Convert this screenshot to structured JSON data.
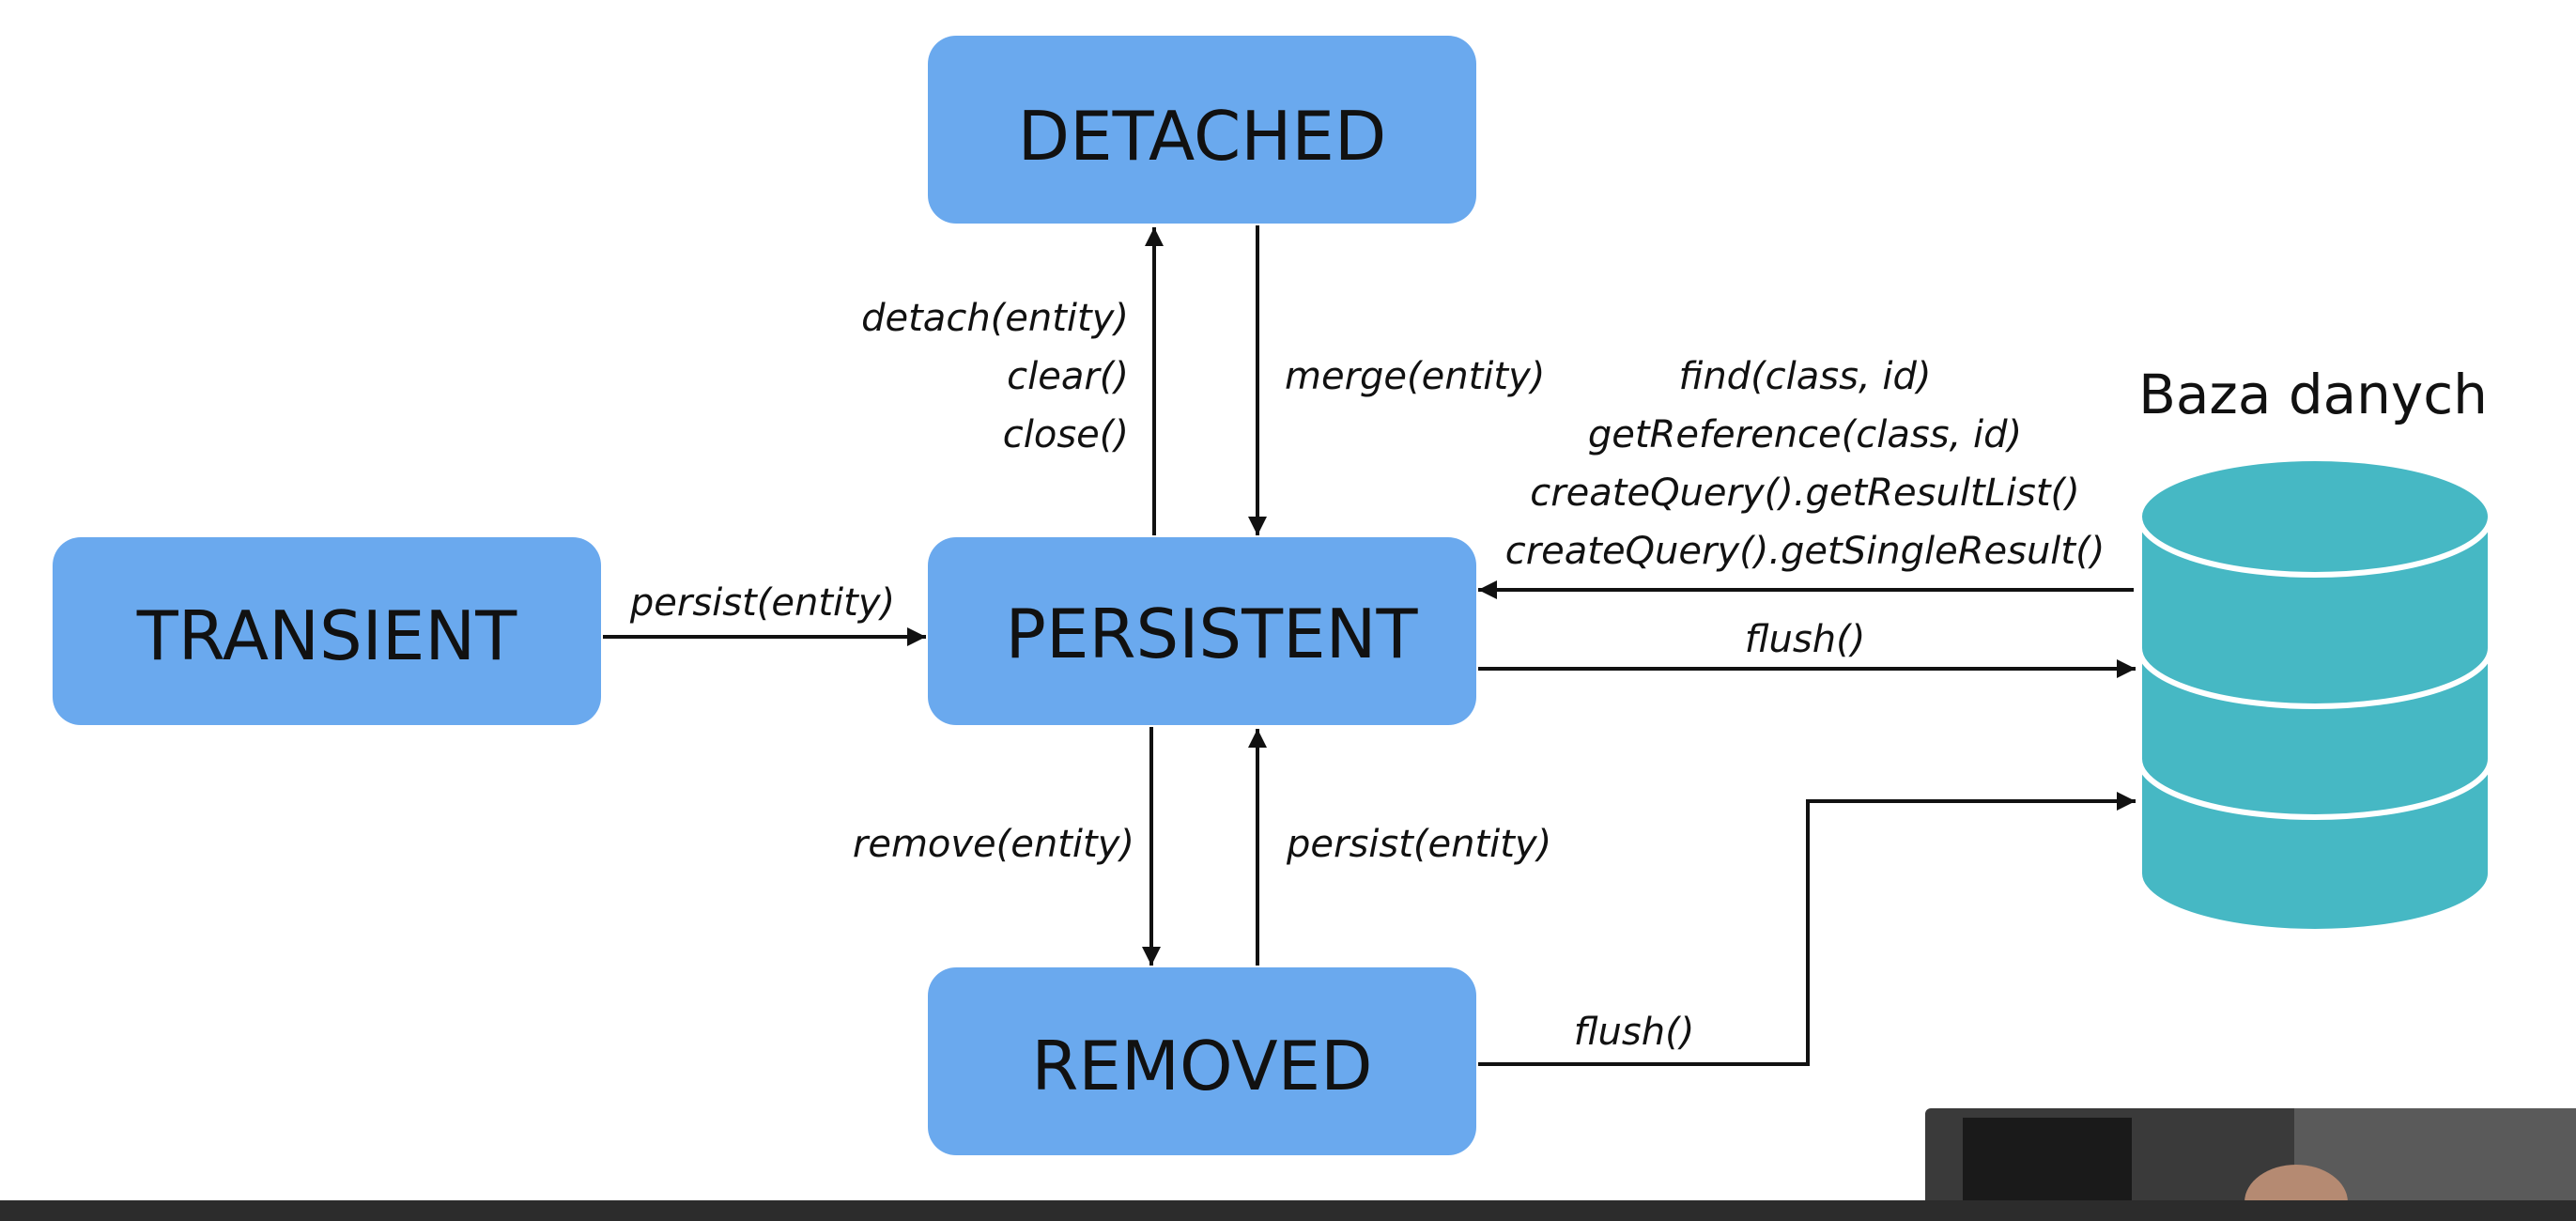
{
  "states": {
    "detached": "DETACHED",
    "transient": "TRANSIENT",
    "persistent": "PERSISTENT",
    "removed": "REMOVED"
  },
  "database": {
    "title": "Baza danych",
    "color": "#46b8c4"
  },
  "transitions": {
    "to_detached": [
      "detach(entity)",
      "clear()",
      "close()"
    ],
    "merge": "merge(entity)",
    "transient_persist": "persist(entity)",
    "remove": "remove(entity)",
    "removed_persist": "persist(entity)",
    "db_read": [
      "find(class, id)",
      "getReference(class, id)",
      "createQuery().getResultList()",
      "createQuery().getSingleResult()"
    ],
    "flush_persistent": "flush()",
    "flush_removed": "flush()"
  },
  "colors": {
    "state_box": "#6aa9ee",
    "arrow": "#111111"
  }
}
